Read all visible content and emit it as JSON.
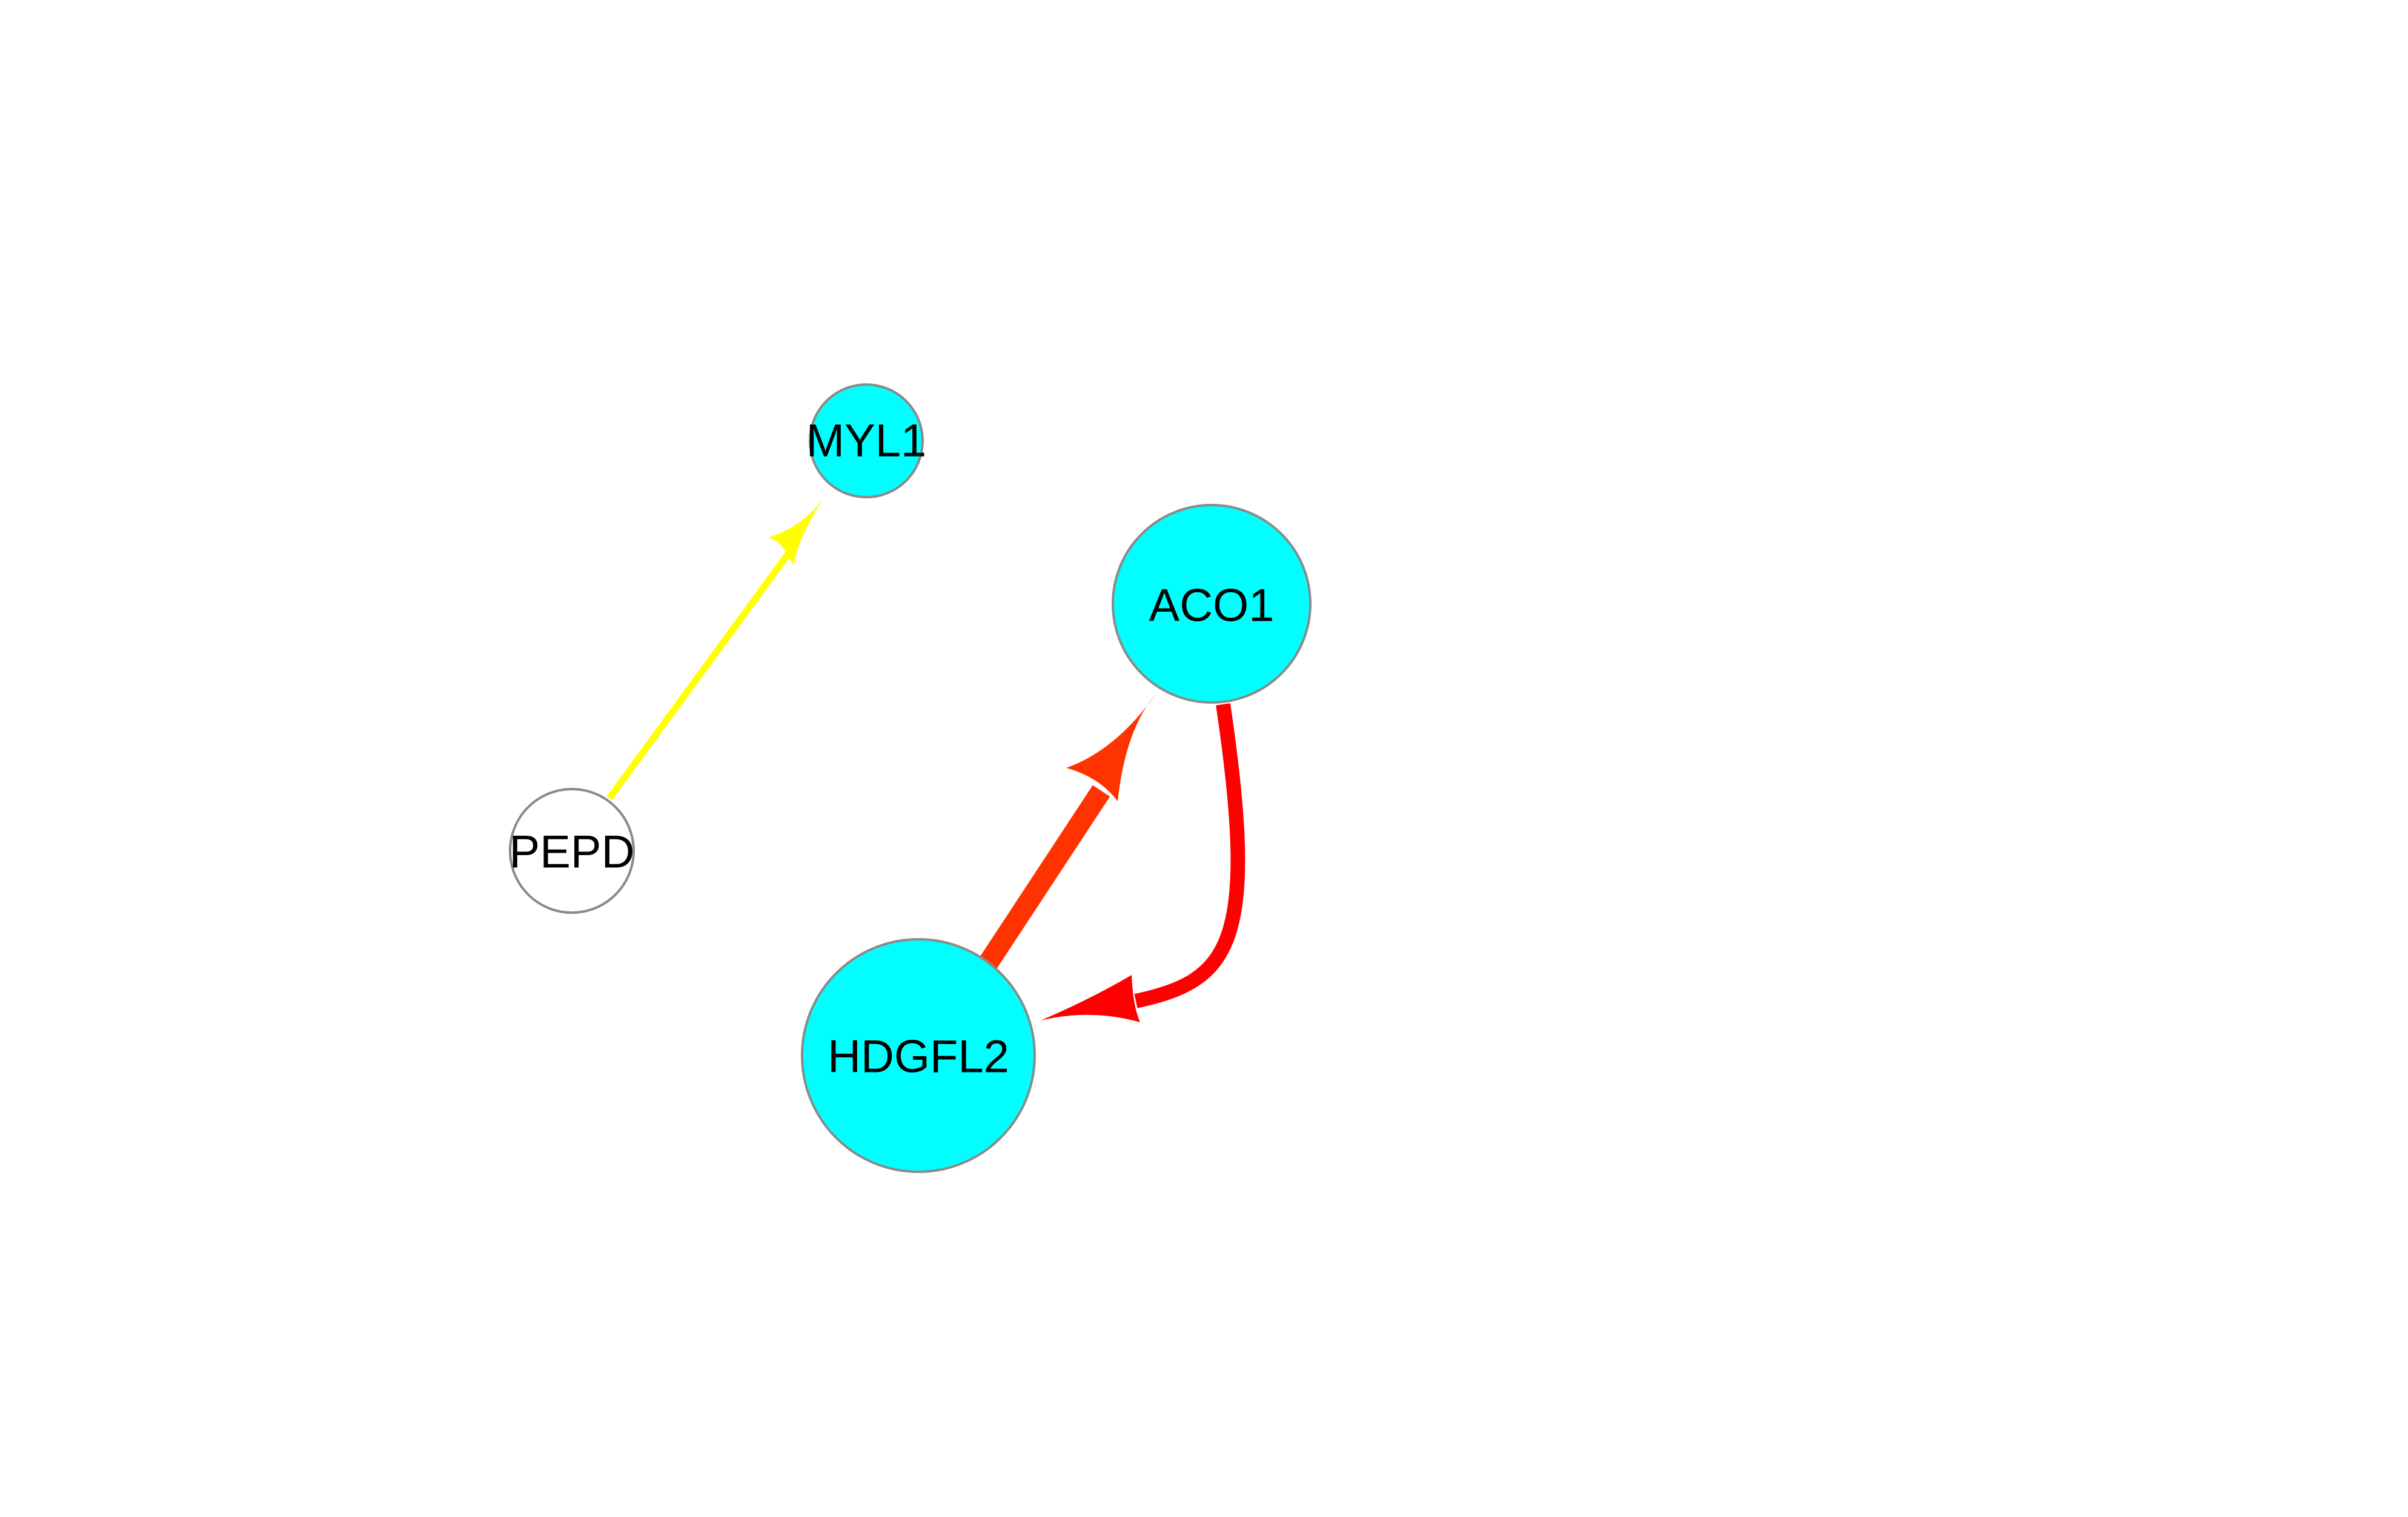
{
  "graph": {
    "nodes": [
      {
        "id": "MYL1",
        "label": "MYL1",
        "fill": "#00ffff",
        "stroke": "#8a8a8a"
      },
      {
        "id": "ACO1",
        "label": "ACO1",
        "fill": "#00ffff",
        "stroke": "#8a8a8a"
      },
      {
        "id": "PEPD",
        "label": "PEPD",
        "fill": "#ffffff",
        "stroke": "#8a8a8a"
      },
      {
        "id": "HDGFL2",
        "label": "HDGFL2",
        "fill": "#00ffff",
        "stroke": "#8a8a8a"
      }
    ],
    "edges": [
      {
        "source": "PEPD",
        "target": "MYL1",
        "color": "#ffff00"
      },
      {
        "source": "HDGFL2",
        "target": "ACO1",
        "color": "#ff3300"
      },
      {
        "source": "ACO1",
        "target": "HDGFL2",
        "color": "#ff0000"
      }
    ]
  }
}
